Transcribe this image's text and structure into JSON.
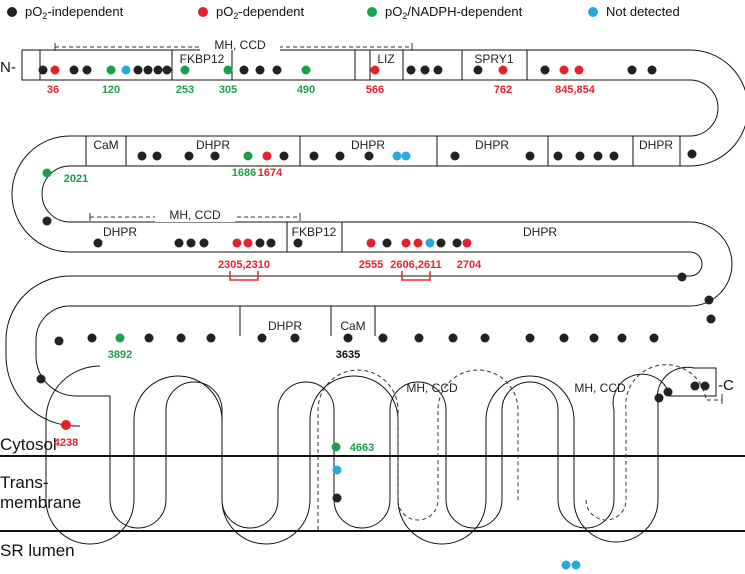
{
  "colors": {
    "independent": "#222222",
    "dependent": "#e8202a",
    "nadph": "#1aa04a",
    "not_detected": "#27a8e0",
    "num_red": "#e8202a",
    "num_green": "#1aa04a",
    "num_black": "#111111"
  },
  "legend": {
    "independent_pre": "pO",
    "independent_sub": "2",
    "independent_post": "-independent",
    "dependent_pre": "pO",
    "dependent_sub": "2",
    "dependent_post": "-dependent",
    "nadph_pre": "pO",
    "nadph_sub": "2",
    "nadph_post": "/NADPH-dependent",
    "not_detected": "Not detected"
  },
  "terminals": {
    "n": "N-",
    "c": "-C"
  },
  "regions": {
    "cytosol": "Cytosol",
    "trans1": "Trans-",
    "trans2": "membrane",
    "lumen": "SR lumen"
  },
  "domains": {
    "mhccd1": "MH, CCD",
    "mhccd2": "MH, CCD",
    "mhccd3": "MH, CCD",
    "mhccd4": "MH, CCD",
    "fkbp12_a": "FKBP12",
    "liz": "LIZ",
    "spry1": "SPRY1",
    "cam_a": "CaM",
    "dhpr_a": "DHPR",
    "dhpr_b": "DHPR",
    "dhpr_c": "DHPR",
    "dhpr_d": "DHPR",
    "fkbp12_b": "FKBP12",
    "dhpr_e": "DHPR",
    "dhpr_f": "DHPR",
    "cam_b": "CaM"
  },
  "residues": {
    "r36": "36",
    "r120": "120",
    "r253": "253",
    "r305": "305",
    "r490": "490",
    "r566": "566",
    "r762": "762",
    "r845": "845,854",
    "r2021": "2021",
    "r1686": "1686",
    "r1674": "1674",
    "r2305": "2305,2310",
    "r2555": "2555",
    "r2606": "2606,2611",
    "r2704": "2704",
    "r3892": "3892",
    "r3635": "3635",
    "r4238": "4238",
    "r4663": "4663"
  }
}
